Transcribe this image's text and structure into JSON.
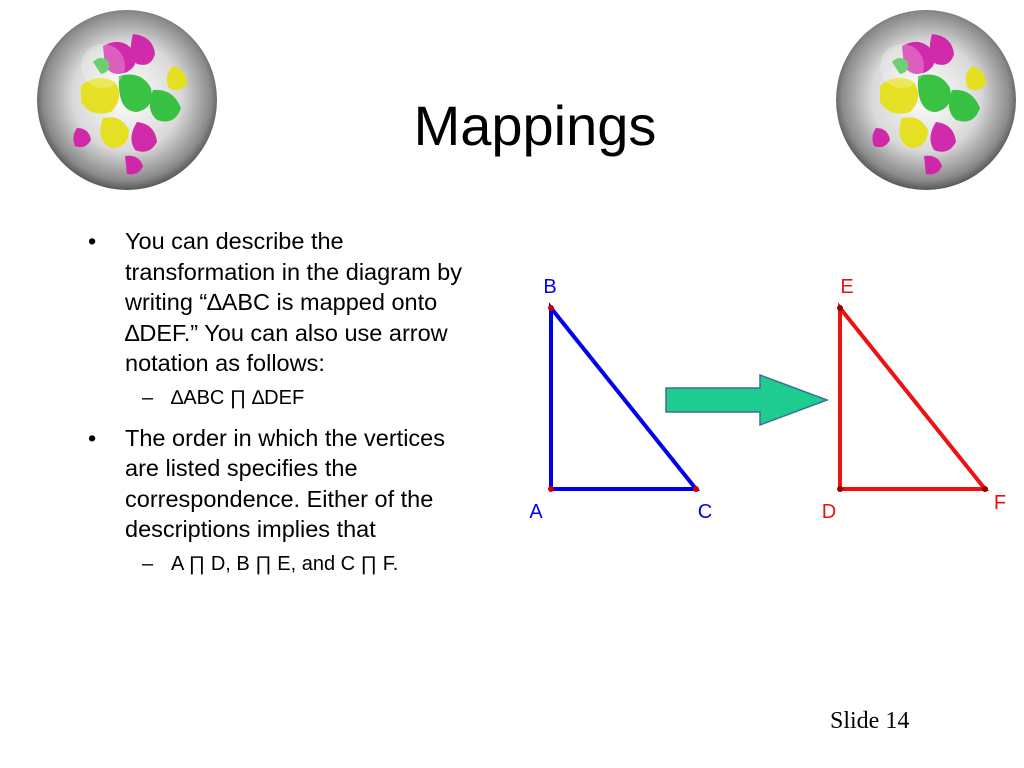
{
  "slide": {
    "title": "Mappings",
    "number_label": "Slide 14"
  },
  "bullets": [
    {
      "marker": "•",
      "text": "You can  describe the transformation in the diagram by writing “∆ABC is mapped onto ∆DEF.”  You can also use arrow notation as follows:",
      "sub": {
        "marker": "–",
        "text": "∆ABC ∏ ∆DEF"
      }
    },
    {
      "marker": "•",
      "text": "The order in which the vertices are listed specifies the correspondence.  Either of the descriptions implies that",
      "sub": {
        "marker": "–",
        "text": "A ∏ D, B ∏ E, and C ∏ F."
      }
    }
  ],
  "diagram": {
    "triangle_abc": {
      "labels": {
        "a": "A",
        "b": "B",
        "c": "C"
      },
      "color": "#0000ee"
    },
    "triangle_def": {
      "labels": {
        "d": "D",
        "e": "E",
        "f": "F"
      },
      "color": "#ee1111"
    },
    "arrow_color": "#1fcc8f",
    "vertex_color": "#cc0000"
  },
  "decor": {
    "globe_icon": "tessellated-lizard-sphere-icon"
  }
}
